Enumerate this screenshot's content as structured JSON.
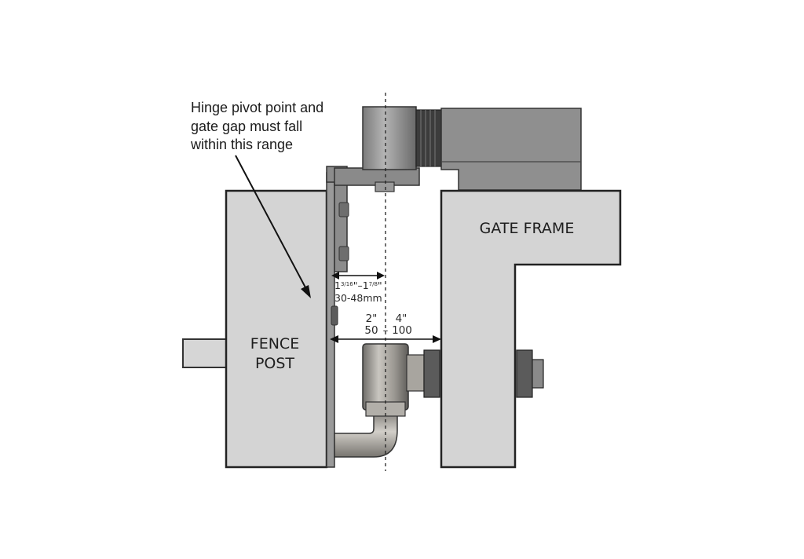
{
  "callout": {
    "line1": "Hinge pivot point and",
    "line2": "gate gap must fall",
    "line3": "within this range"
  },
  "labels": {
    "fence_post_line1": "FENCE",
    "fence_post_line2": "POST",
    "gate_frame": "GATE FRAME"
  },
  "dimensions": {
    "pivot_range": {
      "imperial_min_whole": "1",
      "imperial_min_fraction": "3/16",
      "separator": "–",
      "imperial_max_whole": "1",
      "imperial_max_fraction": "7/8",
      "inch_mark": "\"",
      "metric": "30-48mm"
    },
    "gate_gap": {
      "imperial_min": "2\"",
      "imperial_max": "4\"",
      "metric_min": "50",
      "metric_separator": "–",
      "metric_max": "100"
    }
  },
  "colors": {
    "post_fill": "#d4d4d4",
    "outline": "#222222",
    "hardware_dark": "#7a7a7a",
    "hardware_mid": "#a5a29d",
    "hinge_body": "#8f8f8f"
  }
}
